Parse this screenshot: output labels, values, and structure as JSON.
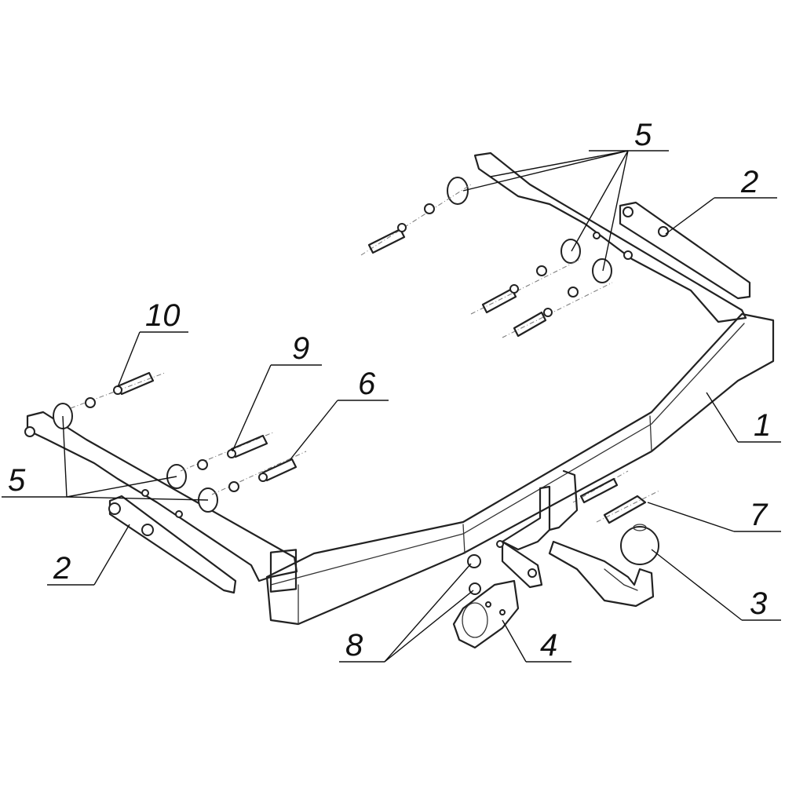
{
  "callouts": [
    {
      "id": "c5-top",
      "label": "5"
    },
    {
      "id": "c2-right",
      "label": "2"
    },
    {
      "id": "c10",
      "label": "10"
    },
    {
      "id": "c9",
      "label": "9"
    },
    {
      "id": "c6",
      "label": "6"
    },
    {
      "id": "c1",
      "label": "1"
    },
    {
      "id": "c5-left",
      "label": "5"
    },
    {
      "id": "c2-left",
      "label": "2"
    },
    {
      "id": "c7",
      "label": "7"
    },
    {
      "id": "c3",
      "label": "3"
    },
    {
      "id": "c8",
      "label": "8"
    },
    {
      "id": "c4",
      "label": "4"
    }
  ]
}
